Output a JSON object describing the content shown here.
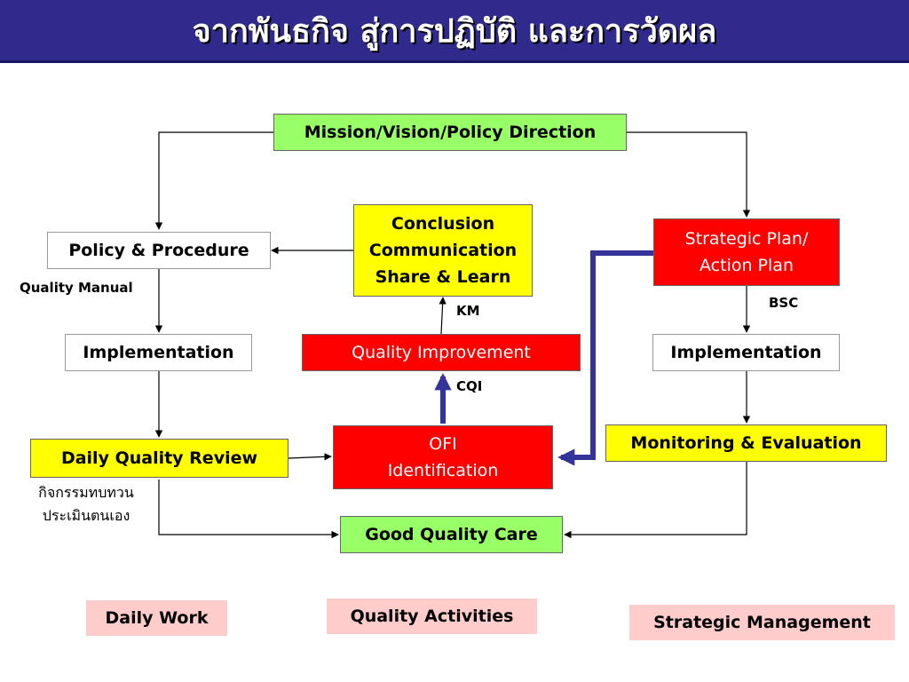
{
  "title": "จากพันธกิจ สู่การปฏิบัติ และการวัดผล",
  "colors": {
    "title_bar": "#2f2a8c",
    "green_box": "#99ff66",
    "yellow_box": "#ffff00",
    "red_box": "#ff0000",
    "pink_box": "#ffcccc",
    "thick_arrow": "#333399"
  },
  "nodes": {
    "mission": "Mission/Vision/Policy Direction",
    "conclusion": {
      "line1": "Conclusion",
      "line2": "Communication",
      "line3": "Share & Learn"
    },
    "policy": "Policy & Procedure",
    "strategic_plan": {
      "line1": "Strategic Plan/",
      "line2": "Action Plan"
    },
    "implementation_left": "Implementation",
    "quality_improvement": "Quality Improvement",
    "implementation_right": "Implementation",
    "daily_review": "Daily Quality Review",
    "ofi": {
      "line1": "OFI",
      "line2": "Identification"
    },
    "monitoring": "Monitoring & Evaluation",
    "good_care": "Good Quality Care"
  },
  "labels": {
    "quality_manual": "Quality Manual",
    "km": "KM",
    "bsc": "BSC",
    "cqi": "CQI",
    "self_review_line1": "กิจกรรมทบทวน",
    "self_review_line2": "ประเมินตนเอง"
  },
  "footer": {
    "daily_work": "Daily Work",
    "quality_activities": "Quality Activities",
    "strategic_management": "Strategic Management"
  }
}
